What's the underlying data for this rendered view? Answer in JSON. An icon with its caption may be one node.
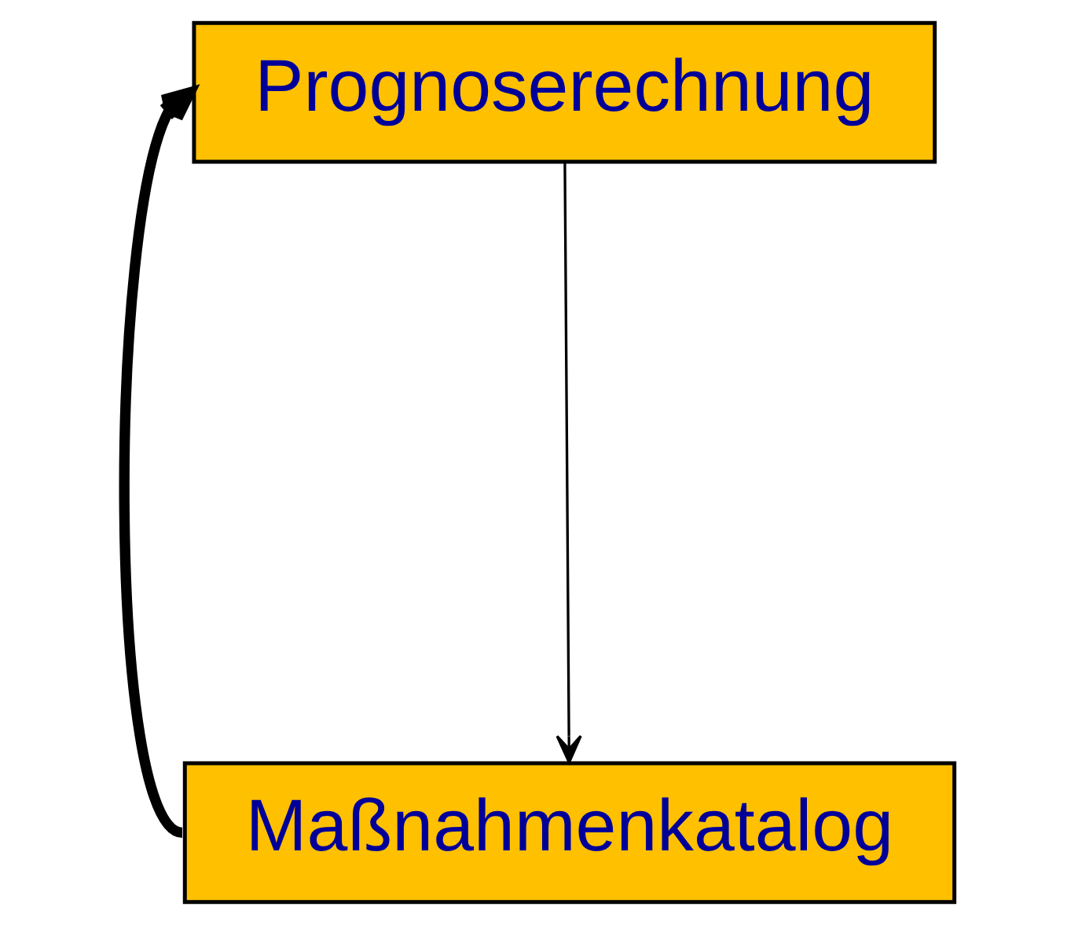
{
  "diagram": {
    "nodes": [
      {
        "text": [
          "Prognoserechnung"
        ]
      },
      {
        "text": [
          "Maßnahmenkatalog"
        ]
      }
    ],
    "edges": [
      {
        "from": 0,
        "to": 1,
        "arrow": "to"
      },
      {
        "from": 1,
        "to": 0,
        "arrow": "to",
        "style": "thick"
      }
    ]
  }
}
